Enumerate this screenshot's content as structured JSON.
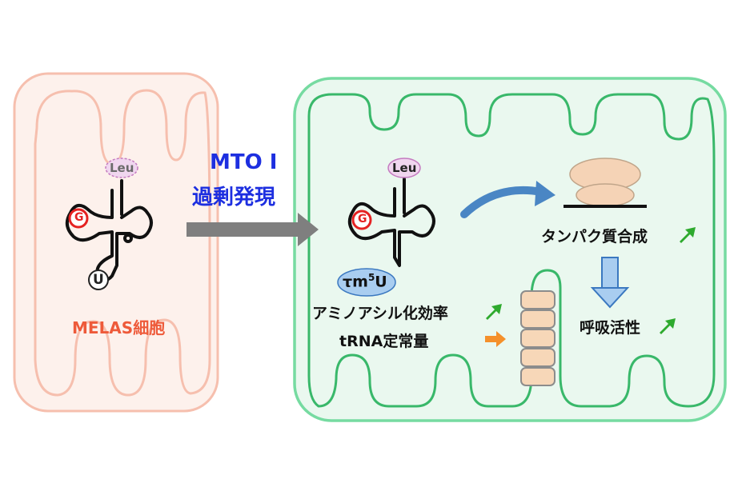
{
  "left_cell": {
    "label": "MELAS細胞",
    "trna": {
      "amino_acid": "Leu",
      "modified_base": "G",
      "anticodon_base": "U"
    }
  },
  "treatment": {
    "line1": "MTO I",
    "line2": "過剰発現"
  },
  "right_cell": {
    "trna": {
      "amino_acid": "Leu",
      "modified_base": "G",
      "anticodon_mod_prefix": "τm",
      "anticodon_mod_sup": "5",
      "anticodon_mod_base": "U"
    },
    "effects": [
      {
        "label": "アミノアシル化効率",
        "trend": "up"
      },
      {
        "label": "tRNA定常量",
        "trend": "same"
      }
    ],
    "outcomes": [
      {
        "label": "タンパク質合成",
        "trend": "up"
      },
      {
        "label": "呼吸活性",
        "trend": "up"
      }
    ]
  },
  "colors": {
    "left_cell_border": "#f6bfae",
    "left_cell_fill": "#fdf1ec",
    "right_cell_border": "#76dba1",
    "right_cell_fill": "#eaf8ef",
    "membrane_green": "#39b86a",
    "treatment_text": "#1d2fe0",
    "melas_text": "#ee5a3a",
    "up_arrow": "#2eaa2e",
    "same_arrow": "#f5902a",
    "flow_arrow": "#4a86c4",
    "leu_badge": "#f0d6ef",
    "tm5u_badge": "#a9cdf0",
    "ribosome": "#f5d3b6",
    "complex": "#f7d7b8",
    "red_base": "#e52222"
  },
  "icons": {
    "up_trend": "up-right-arrow-icon",
    "same_trend": "right-arrow-icon"
  }
}
